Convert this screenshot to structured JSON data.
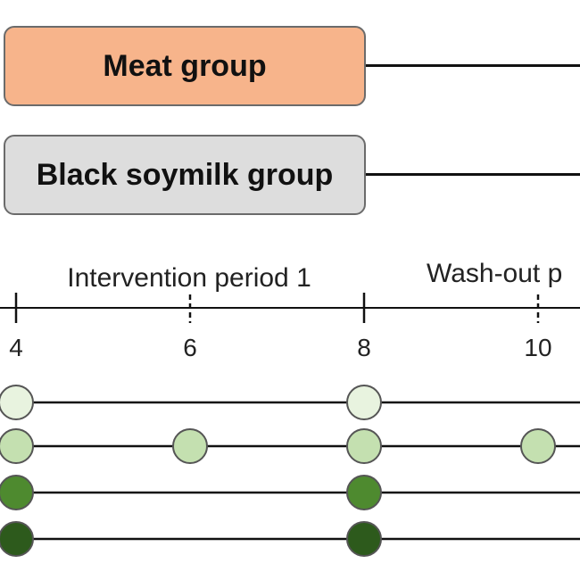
{
  "groups": [
    {
      "label": "Meat group",
      "fill": "#f7b48b"
    },
    {
      "label": "Black soymilk group",
      "fill": "#dddddd"
    }
  ],
  "periods": {
    "intervention1": "Intervention period 1",
    "washout": "Wash-out p"
  },
  "timeline": {
    "ticks": [
      {
        "week": 4,
        "label": "4",
        "style": "solid"
      },
      {
        "week": 6,
        "label": "6",
        "style": "dashed"
      },
      {
        "week": 8,
        "label": "8",
        "style": "solid"
      },
      {
        "week": 10,
        "label": "10",
        "style": "dashed"
      }
    ]
  },
  "sampling_rows": [
    {
      "color": "#e8f3df",
      "weeks": [
        4,
        8
      ]
    },
    {
      "color": "#c4e0b0",
      "weeks": [
        4,
        6,
        8,
        10
      ]
    },
    {
      "color": "#4e8a2f",
      "weeks": [
        4,
        8
      ]
    },
    {
      "color": "#2d5a1c",
      "weeks": [
        4,
        8
      ]
    }
  ]
}
